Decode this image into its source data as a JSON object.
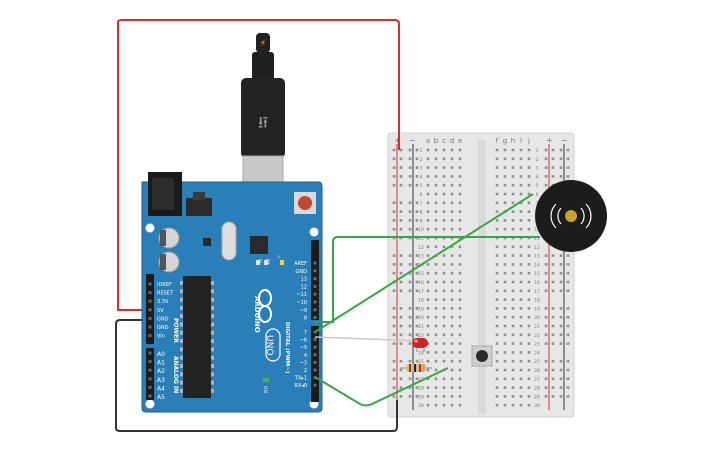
{
  "board": {
    "brand": "ARDUINO",
    "model": "UNO",
    "power_header": "POWER",
    "analog_header": "ANALOG IN",
    "digital_header": "DIGITAL (PWM~)",
    "on_label": "ON",
    "tx_label": "TX",
    "rx_label": "RX",
    "l_label": "L",
    "power_pins": [
      "IOREF",
      "RESET",
      "3.3V",
      "5V",
      "GND",
      "GND",
      "Vin"
    ],
    "analog_pins": [
      "A0",
      "A1",
      "A2",
      "A3",
      "A4",
      "A5"
    ],
    "digital_pins_top": [
      "AREF",
      "GND",
      "13",
      "12",
      "~11",
      "~10",
      "~9",
      "8"
    ],
    "digital_pins_bottom": [
      "7",
      "~6",
      "~5",
      "4",
      "~3",
      "2",
      "TX▸1",
      "RX◂0"
    ]
  },
  "breadboard": {
    "col_letters_left": [
      "a",
      "b",
      "c",
      "d",
      "e"
    ],
    "col_letters_right": [
      "f",
      "g",
      "h",
      "i",
      "j"
    ],
    "rail_plus": "+",
    "rail_minus": "−",
    "row_numbers": [
      "1",
      "2",
      "3",
      "4",
      "5",
      "6",
      "7",
      "8",
      "9",
      "10",
      "11",
      "12",
      "13",
      "14",
      "15",
      "16",
      "17",
      "18",
      "19",
      "20",
      "21",
      "22",
      "23",
      "24",
      "25",
      "26",
      "27",
      "28",
      "29",
      "30"
    ]
  },
  "colors": {
    "board": "#2a7fb8",
    "board_edge": "#1d6294",
    "wire_red": "#d32f2f",
    "wire_black": "#333333",
    "wire_green": "#35a843",
    "wire_gray": "#c8c8c8",
    "breadboard": "#e6e6e6",
    "led": "#c62828",
    "buzzer": "#1c1c1c",
    "buzzer_center": "#c9a227"
  }
}
